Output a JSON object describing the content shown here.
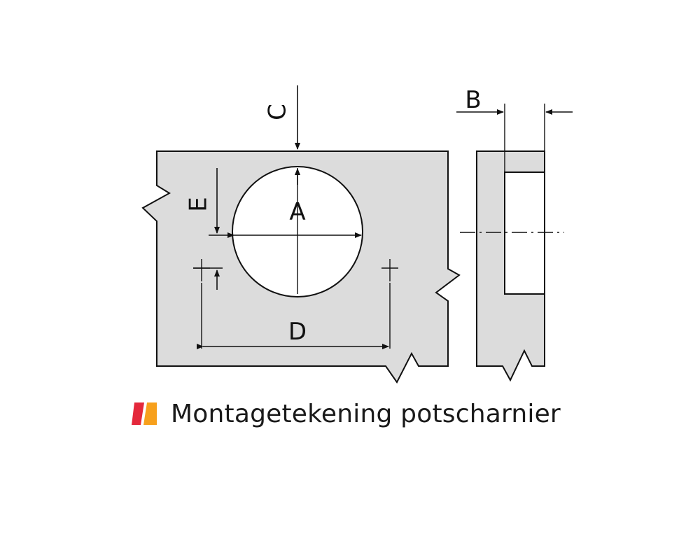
{
  "labels": {
    "a": "A",
    "b": "B",
    "c": "C",
    "d": "D",
    "e": "E"
  },
  "caption": "Montagetekening potscharnier",
  "logo": {
    "icon": "brand-logo-icon",
    "color_left": "#e4283b",
    "color_right": "#f7a01c"
  },
  "colors": {
    "panel_fill": "#dcdcdc",
    "line": "#111111",
    "hole_fill": "#ffffff"
  }
}
